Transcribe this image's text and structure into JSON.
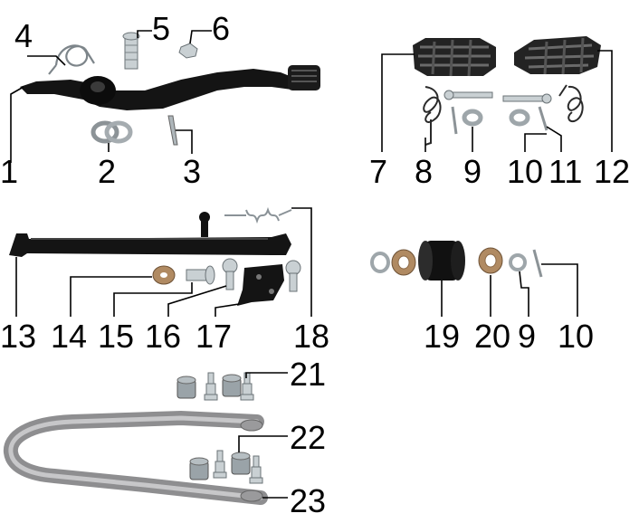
{
  "callouts": [
    {
      "id": "c1",
      "label": "1"
    },
    {
      "id": "c2",
      "label": "2"
    },
    {
      "id": "c3",
      "label": "3"
    },
    {
      "id": "c4",
      "label": "4"
    },
    {
      "id": "c5",
      "label": "5"
    },
    {
      "id": "c6",
      "label": "6"
    },
    {
      "id": "c7",
      "label": "7"
    },
    {
      "id": "c8",
      "label": "8"
    },
    {
      "id": "c9a",
      "label": "9"
    },
    {
      "id": "c10a",
      "label": "10"
    },
    {
      "id": "c11",
      "label": "11"
    },
    {
      "id": "c12",
      "label": "12"
    },
    {
      "id": "c13",
      "label": "13"
    },
    {
      "id": "c14",
      "label": "14"
    },
    {
      "id": "c15",
      "label": "15"
    },
    {
      "id": "c16",
      "label": "16"
    },
    {
      "id": "c17",
      "label": "17"
    },
    {
      "id": "c18",
      "label": "18"
    },
    {
      "id": "c19",
      "label": "19"
    },
    {
      "id": "c20",
      "label": "20"
    },
    {
      "id": "c9b",
      "label": "9"
    },
    {
      "id": "c10b",
      "label": "10"
    },
    {
      "id": "c21",
      "label": "21"
    },
    {
      "id": "c22",
      "label": "22"
    },
    {
      "id": "c23",
      "label": "23"
    }
  ],
  "colors": {
    "part_black": "#141414",
    "steel": "#9aa3a8",
    "zinc": "#c9d0d3",
    "bronze": "#b08a62"
  }
}
